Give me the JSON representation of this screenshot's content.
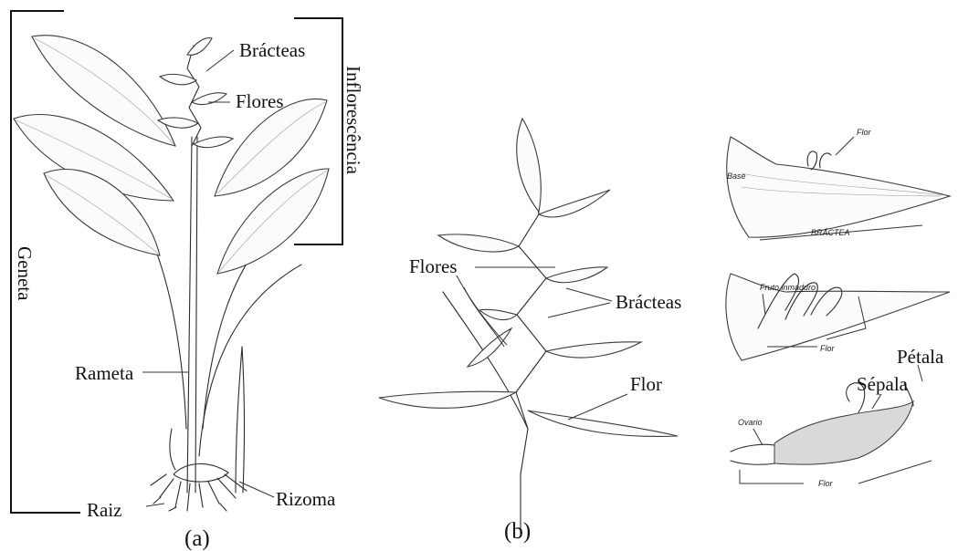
{
  "figure": {
    "panel_a": {
      "caption": "(a)",
      "labels": {
        "bracteas": "Brácteas",
        "flores": "Flores",
        "inflorescencia": "Inflorescência",
        "geneta": "Geneta",
        "rameta": "Rameta",
        "raiz": "Raiz",
        "rizoma": "Rizoma"
      }
    },
    "panel_b": {
      "caption": "(b)",
      "labels": {
        "flores": "Flores",
        "bracteas": "Brácteas",
        "flor": "Flor"
      }
    },
    "details": {
      "top": {
        "flor": "Flor",
        "base": "Base",
        "bractea": "BRÁCTEA"
      },
      "middle": {
        "fruto": "Fruto inmaduro",
        "flor": "Flor"
      },
      "bottom": {
        "ovario": "Ovario",
        "sepala": "Sépala",
        "petala": "Pétala",
        "flor": "Flor"
      }
    }
  }
}
